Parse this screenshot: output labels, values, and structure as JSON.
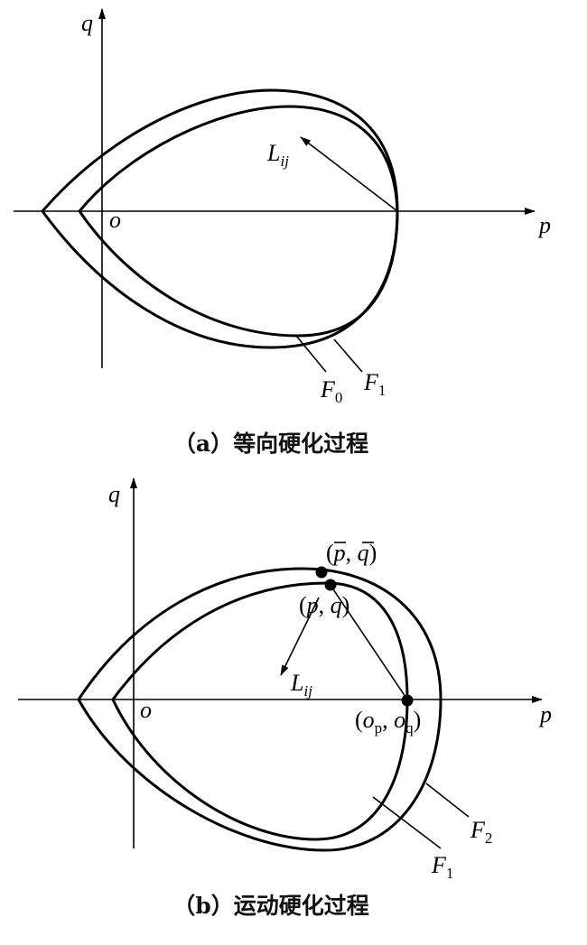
{
  "panel_a": {
    "axis_q": "q",
    "axis_p": "p",
    "origin": "o",
    "vector_label": "L",
    "vector_sub": "ij",
    "curve_inner": {
      "letter": "F",
      "sub": "0"
    },
    "curve_outer": {
      "letter": "F",
      "sub": "1"
    },
    "caption": "（a）等向硬化过程"
  },
  "panel_b": {
    "axis_q": "q",
    "axis_p": "p",
    "origin": "o",
    "vector_label": "L",
    "vector_sub": "ij",
    "point_bar": {
      "open": "(",
      "p": "p",
      "comma": ", ",
      "q": "q",
      "close": ")"
    },
    "point_current": {
      "open": "(",
      "p": "p",
      "comma": ", ",
      "q": "q",
      "close": ")"
    },
    "point_center": {
      "open": "(",
      "o1": "o",
      "sub1": "p",
      "comma": ", ",
      "o2": "o",
      "sub2": "q",
      "close": ")"
    },
    "curve_inner": {
      "letter": "F",
      "sub": "1"
    },
    "curve_outer": {
      "letter": "F",
      "sub": "2"
    },
    "caption": "（b）运动硬化过程"
  }
}
